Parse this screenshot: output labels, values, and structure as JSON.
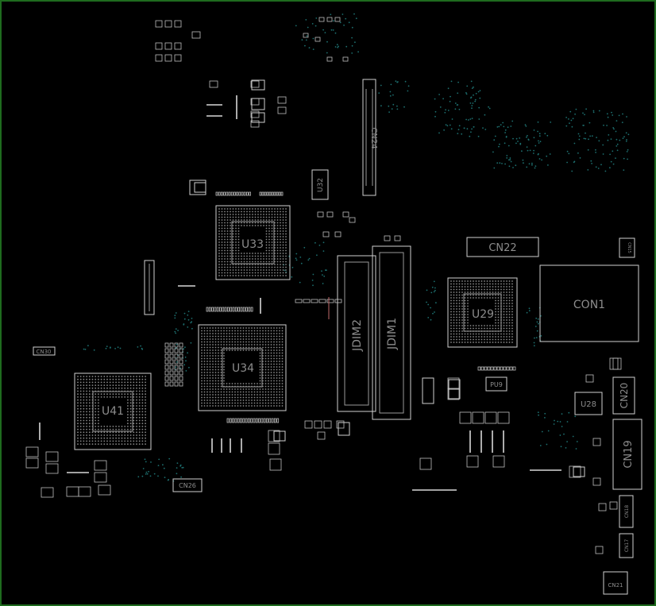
{
  "board": {
    "border_color": "#1e6b1e",
    "background": "#000000",
    "outline_color": "#cfcfcf",
    "via_color": "#1d6f6f"
  },
  "components": {
    "u33": "U33",
    "u34": "U34",
    "u41": "U41",
    "u29": "U29",
    "u28": "U28",
    "u32": "U32",
    "pu9": "PU9",
    "con1": "CON1",
    "cn22": "CN22",
    "cn24": "CN24",
    "cn19": "CN19",
    "cn20": "CN20",
    "cn26": "CN26",
    "cn30": "CN30",
    "cn21": "CN21",
    "cn17": "CN17",
    "cn18": "CN18",
    "cn15": "CN15",
    "jdim1": "JDIM1",
    "jdim2": "JDIM2"
  }
}
